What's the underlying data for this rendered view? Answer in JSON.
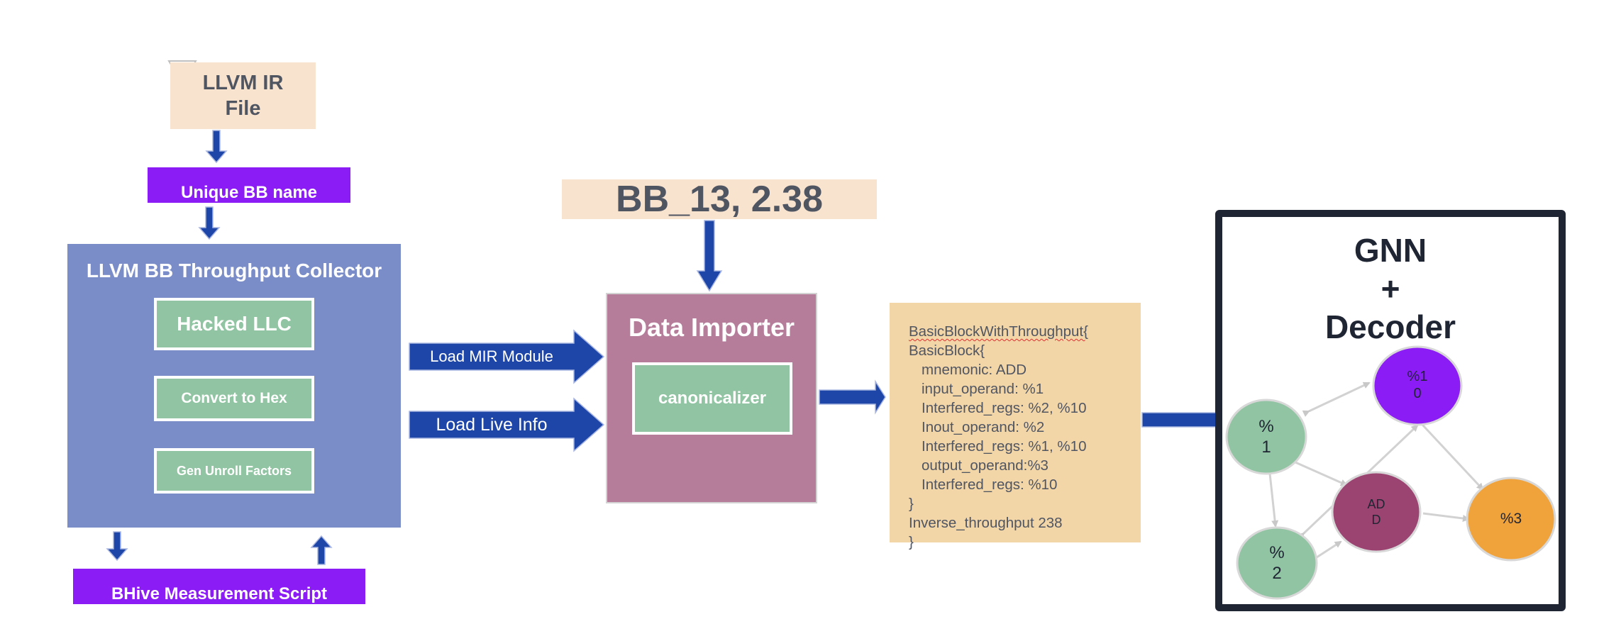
{
  "llvm_ir": {
    "line1": "LLVM IR",
    "line2": "File"
  },
  "unique_bb": "Unique BB name",
  "collector": {
    "title": "LLVM BB Throughput Collector",
    "hacked_llc": "Hacked LLC",
    "convert_hex": "Convert to Hex",
    "gen_unroll": "Gen Unroll Factors"
  },
  "bhive": "BHive Measurement Script",
  "bb_label": "BB_13, 2.38",
  "arrows": {
    "load_mir": "Load MIR Module",
    "load_live": "Load Live Info"
  },
  "importer": {
    "title": "Data Importer",
    "canonicalizer": "canonicalizer"
  },
  "code": {
    "header": "BasicBlockWithThroughput{",
    "basic_block": "BasicBlock{",
    "lines": [
      "mnemonic: ADD",
      "input_operand: %1",
      "Interfered_regs: %2, %10",
      "Inout_operand: %2",
      "Interfered_regs: %1, %10",
      "output_operand:%3",
      "Interfered_regs: %10"
    ],
    "close_inner": "}",
    "throughput": "Inverse_throughput 238",
    "close_outer": "}"
  },
  "gnn": {
    "title_line1": "GNN",
    "title_line2": "+",
    "title_line3": "Decoder",
    "nodes": [
      {
        "id": "n10",
        "line1": "%1",
        "line2": "0",
        "color": "#8c1cf5"
      },
      {
        "id": "n1",
        "line1": "%",
        "line2": "1",
        "color": "#90c4a2"
      },
      {
        "id": "nadd",
        "line1": "AD",
        "line2": "D",
        "color": "#9b4472"
      },
      {
        "id": "n3",
        "line1": "%3",
        "line2": "",
        "color": "#f0a23b"
      },
      {
        "id": "n2",
        "line1": "%",
        "line2": "2",
        "color": "#90c4a2"
      }
    ]
  },
  "colors": {
    "arrow": "#1e46a8",
    "purple": "#8c1cf5",
    "green": "#90c4a2",
    "peach": "#f8e3cf"
  }
}
